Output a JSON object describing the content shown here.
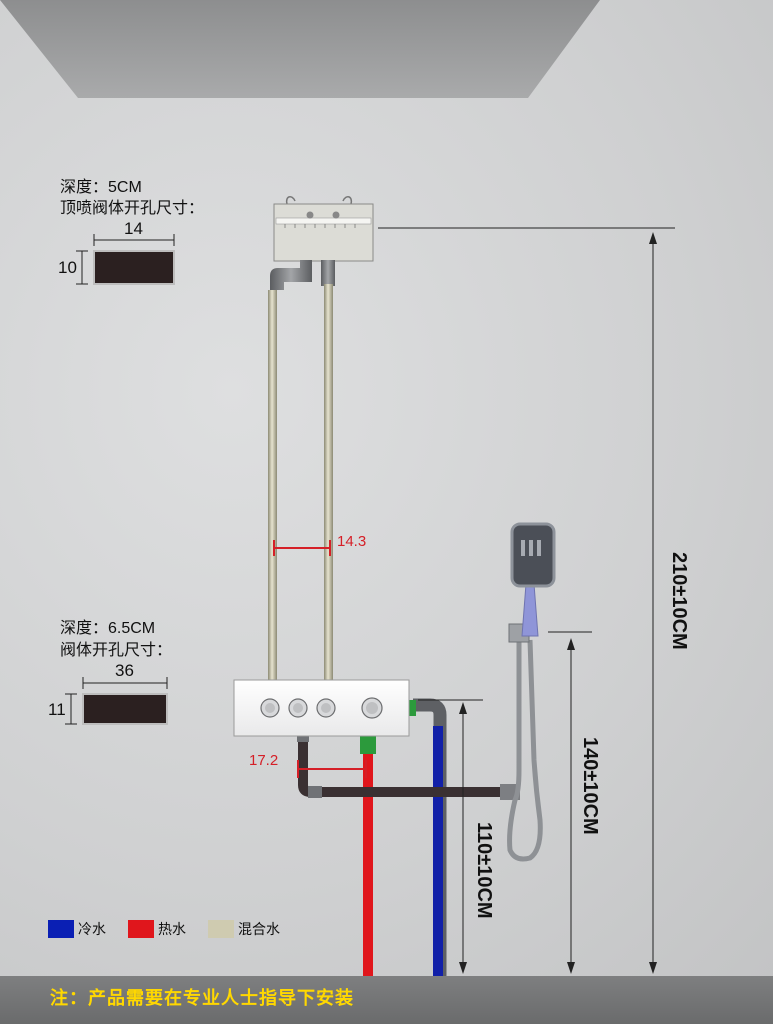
{
  "rain_panel": {
    "depth_label": "深度：5CM",
    "cutout_label": "顶喷阀体开孔尺寸：",
    "width": "14",
    "height": "10"
  },
  "valve_panel": {
    "depth_label": "深度：6.5CM",
    "cutout_label": "阀体开孔尺寸：",
    "width": "36",
    "height": "11"
  },
  "dimensions": {
    "pipe_spacing": "14.3",
    "outlet_offset": "17.2",
    "total_height": "210±10CM",
    "handshower_height": "140±10CM",
    "valve_height": "110±10CM"
  },
  "legend": [
    {
      "label": "冷水",
      "color": "#0a1fb4"
    },
    {
      "label": "热水",
      "color": "#e0161c"
    },
    {
      "label": "混合水",
      "color": "#cfcbb0"
    }
  ],
  "footer_note": "注：产品需要在专业人士指导下安装"
}
